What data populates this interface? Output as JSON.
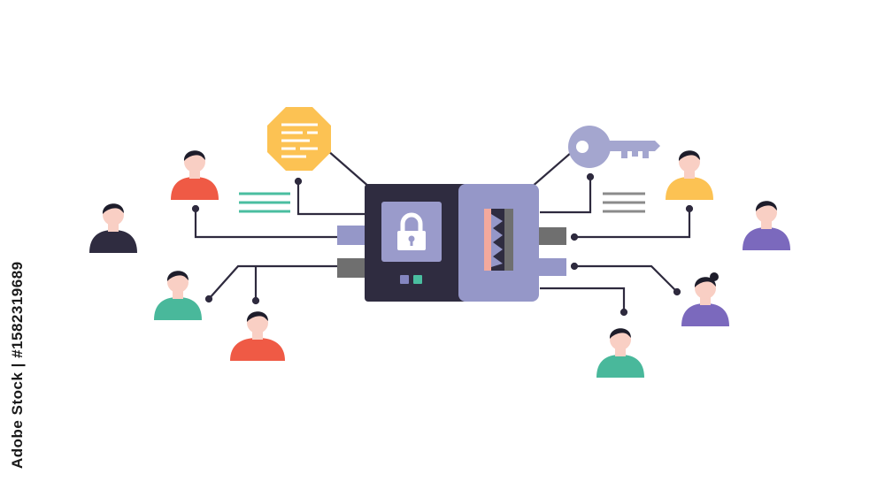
{
  "side_label": "Adobe Stock | #1582319689",
  "colors": {
    "wire": "#2e2a3e",
    "device_dark": "#2f2c40",
    "device_light": "#9597c8",
    "lock_panel": "#9a9bcb",
    "octagon": "#fcc253",
    "key": "#a4a6cf",
    "teal_lines": "#4abea0",
    "gray_lines": "#8b8b8b",
    "skin": "#f9cfc4",
    "hair": "#1e1d2b"
  },
  "people": [
    {
      "id": "left-1",
      "shirt": "#2f2c40"
    },
    {
      "id": "left-2",
      "shirt": "#ef5a45"
    },
    {
      "id": "left-3",
      "shirt": "#49b89b"
    },
    {
      "id": "left-4",
      "shirt": "#ef5a45"
    },
    {
      "id": "right-1",
      "shirt": "#fcc253"
    },
    {
      "id": "right-2",
      "shirt": "#7b69bd"
    },
    {
      "id": "right-3",
      "shirt": "#7b69bd"
    },
    {
      "id": "right-4",
      "shirt": "#49b89b"
    }
  ]
}
